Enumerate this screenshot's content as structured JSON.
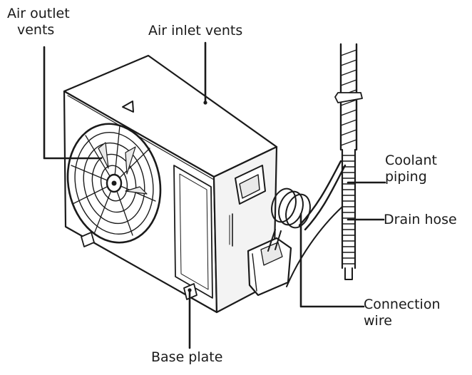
{
  "labels": {
    "air_outlet_vents": [
      "Air outlet",
      "vents"
    ],
    "air_inlet_vents": "Air inlet vents",
    "coolant_piping": [
      "Coolant",
      "piping"
    ],
    "drain_hose": "Drain hose",
    "connection_wire": [
      "Connection",
      "wire"
    ],
    "base_plate": "Base plate"
  },
  "colors": {
    "line": "#1a1a1a",
    "fill_light": "#ffffff",
    "fill_shade": "#e9e9e9"
  }
}
